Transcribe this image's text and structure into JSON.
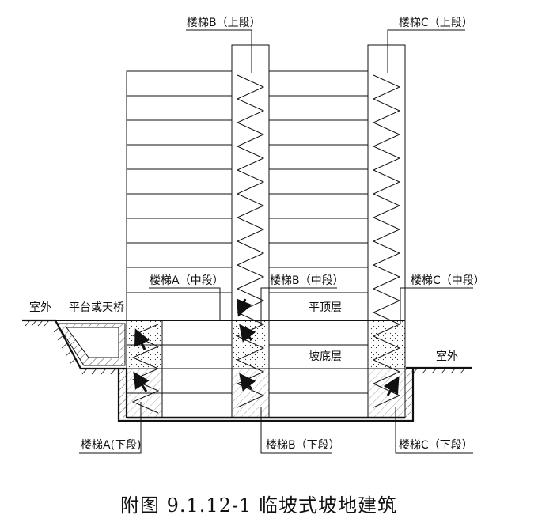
{
  "labels": {
    "stair_b_upper": "楼梯B（上段）",
    "stair_c_upper": "楼梯C（上段）",
    "stair_a_middle": "楼梯A（中段）",
    "stair_b_middle": "楼梯B（中段）",
    "stair_c_middle": "楼梯C（中段）",
    "outdoor_left": "室外",
    "platform_or_skybridge": "平台或天桥",
    "flat_roof_floor": "平顶层",
    "slope_bottom_floor": "坡底层",
    "outdoor_right": "室外",
    "stair_a_lower": "楼梯A(下段)",
    "stair_b_lower": "楼梯B（下段）",
    "stair_c_lower": "楼梯C（下段）"
  },
  "caption": "附图 9.1.12-1 临坡式坡地建筑"
}
